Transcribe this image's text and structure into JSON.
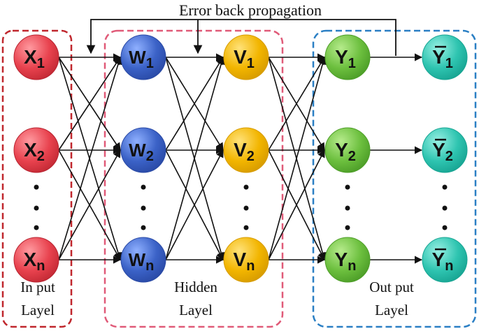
{
  "title": "Error back propagation",
  "colors": {
    "input_box": "#c0272d",
    "hidden_box": "#e05a78",
    "output_box": "#2a7fc4",
    "x_node": "#e8424e",
    "w_node": "#3b62c7",
    "v_node": "#f2b500",
    "y_node": "#6cbf3e",
    "ybar_node": "#2ec4b0"
  },
  "layers": {
    "input": {
      "label_line1": "In put",
      "label_line2": "Layel"
    },
    "hidden": {
      "label_line1": "Hidden",
      "label_line2": "Layel"
    },
    "output": {
      "label_line1": "Out put",
      "label_line2": "Layel"
    }
  },
  "nodes": {
    "x": [
      "X",
      "X",
      "X"
    ],
    "w": [
      "W",
      "W",
      "W"
    ],
    "v": [
      "V",
      "V",
      "V"
    ],
    "y": [
      "Y",
      "Y",
      "Y"
    ],
    "ybar": [
      "Y",
      "Y",
      "Y"
    ],
    "subscripts": [
      "1",
      "2",
      "n"
    ]
  },
  "ellipsis": "⋮"
}
